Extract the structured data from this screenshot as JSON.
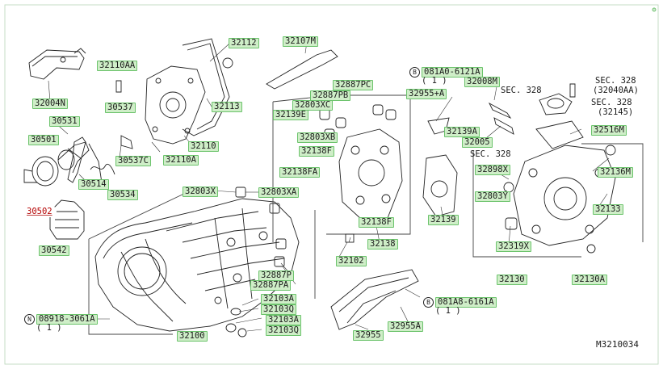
{
  "diagram": {
    "figure_code": "M3210034",
    "part_labels": [
      {
        "id": "32112",
        "text": "32112"
      },
      {
        "id": "32107M",
        "text": "32107M"
      },
      {
        "id": "32110AA",
        "text": "32110AA"
      },
      {
        "id": "32004N",
        "text": "32004N"
      },
      {
        "id": "30537",
        "text": "30537"
      },
      {
        "id": "32113",
        "text": "32113"
      },
      {
        "id": "30531",
        "text": "30531"
      },
      {
        "id": "30501",
        "text": "30501"
      },
      {
        "id": "32110",
        "text": "32110"
      },
      {
        "id": "30537C",
        "text": "30537C"
      },
      {
        "id": "32110A",
        "text": "32110A"
      },
      {
        "id": "30514",
        "text": "30514"
      },
      {
        "id": "30534",
        "text": "30534"
      },
      {
        "id": "30502",
        "text": "30502"
      },
      {
        "id": "30542",
        "text": "30542"
      },
      {
        "id": "32887PC",
        "text": "32887PC"
      },
      {
        "id": "32887PB",
        "text": "32887PB"
      },
      {
        "id": "32803XC",
        "text": "32803XC"
      },
      {
        "id": "32139E",
        "text": "32139E"
      },
      {
        "id": "32803XB",
        "text": "32803XB"
      },
      {
        "id": "32138F",
        "text": "32138F"
      },
      {
        "id": "32138FA",
        "text": "32138FA"
      },
      {
        "id": "32803X",
        "text": "32803X"
      },
      {
        "id": "32803XA",
        "text": "32803XA"
      },
      {
        "id": "32138FB",
        "text": "32138F"
      },
      {
        "id": "32138",
        "text": "32138"
      },
      {
        "id": "32102",
        "text": "32102"
      },
      {
        "id": "32887P",
        "text": "32887P"
      },
      {
        "id": "32887PA",
        "text": "32887PA"
      },
      {
        "id": "32103A",
        "text": "32103A"
      },
      {
        "id": "32103Q",
        "text": "32103Q"
      },
      {
        "id": "32103AB",
        "text": "32103A"
      },
      {
        "id": "32103QB",
        "text": "32103Q"
      },
      {
        "id": "32100",
        "text": "32100"
      },
      {
        "id": "08918-3061A",
        "text": "08918-3061A"
      },
      {
        "id": "32955",
        "text": "32955"
      },
      {
        "id": "32955A",
        "text": "32955A"
      },
      {
        "id": "081A8-6161A",
        "text": "081A8-6161A"
      },
      {
        "id": "081A0-6121A",
        "text": "081A0-6121A"
      },
      {
        "id": "32955+A",
        "text": "32955+A"
      },
      {
        "id": "32008M",
        "text": "32008M"
      },
      {
        "id": "32139A",
        "text": "32139A"
      },
      {
        "id": "32005",
        "text": "32005"
      },
      {
        "id": "32139",
        "text": "32139"
      },
      {
        "id": "32516M",
        "text": "32516M"
      },
      {
        "id": "32898X",
        "text": "32898X"
      },
      {
        "id": "32803Y",
        "text": "32803Y"
      },
      {
        "id": "32136M",
        "text": "32136M"
      },
      {
        "id": "32133",
        "text": "32133"
      },
      {
        "id": "32319X",
        "text": "32319X"
      },
      {
        "id": "32130",
        "text": "32130"
      },
      {
        "id": "32130A",
        "text": "32130A"
      }
    ],
    "plain_text": {
      "qty_1_a": "( 1 )",
      "qty_1_b": "( 1 )",
      "qty_1_c": "( 1 )",
      "sec328_a": "SEC. 328",
      "sec328_b": "SEC. 328",
      "sec328_b_sub": "(32040AA)",
      "sec328_c": "SEC. 328",
      "sec328_c_sub": "(32145)",
      "sec328_d": "SEC. 328"
    },
    "callout_letters": {
      "n": "N",
      "b1": "B",
      "b2": "B"
    }
  }
}
